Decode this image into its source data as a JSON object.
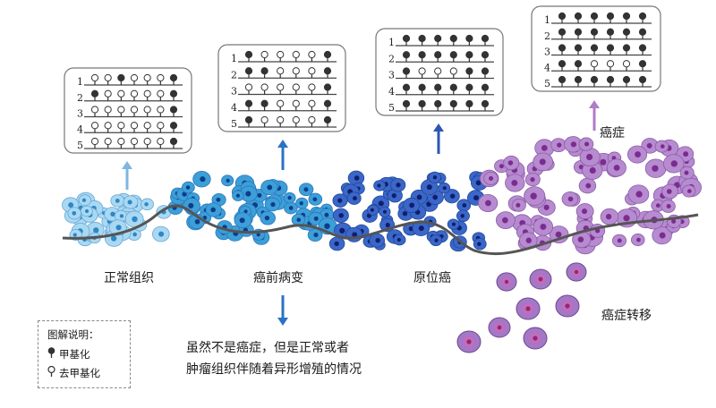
{
  "colors": {
    "normal": "#a9d9f2",
    "precancer": "#3d9fd8",
    "insitu": "#3a67c8",
    "cancer": "#b78bd0",
    "metastasis": "#a577c7",
    "methylated": "#333333",
    "tissue_line": "#555555"
  },
  "stages": [
    {
      "id": "normal",
      "label": "正常组织",
      "arrow_color": "#7fb6df",
      "rows": [
        [
          0,
          0,
          1,
          0,
          0,
          0,
          1
        ],
        [
          1,
          0,
          0,
          0,
          0,
          0,
          1
        ],
        [
          0,
          0,
          0,
          0,
          0,
          0,
          1
        ],
        [
          0,
          0,
          0,
          0,
          0,
          0,
          1
        ],
        [
          0,
          0,
          0,
          0,
          0,
          0,
          1
        ]
      ]
    },
    {
      "id": "precancer",
      "label": "癌前病变",
      "arrow_color": "#2a73c4",
      "rows": [
        [
          1,
          0,
          0,
          0,
          0,
          1
        ],
        [
          1,
          1,
          0,
          0,
          0,
          1
        ],
        [
          0,
          0,
          0,
          0,
          0,
          1
        ],
        [
          1,
          1,
          0,
          0,
          0,
          1
        ],
        [
          1,
          0,
          0,
          0,
          0,
          1
        ]
      ]
    },
    {
      "id": "insitu",
      "label": "原位癌",
      "arrow_color": "#2d56b4",
      "rows": [
        [
          1,
          1,
          1,
          1,
          1,
          1
        ],
        [
          1,
          1,
          1,
          1,
          1,
          1
        ],
        [
          1,
          0,
          0,
          0,
          1,
          1
        ],
        [
          1,
          1,
          1,
          1,
          1,
          1
        ],
        [
          1,
          1,
          1,
          1,
          1,
          1
        ]
      ]
    },
    {
      "id": "cancer",
      "label": "癌症",
      "arrow_color": "#b07cc7",
      "rows": [
        [
          1,
          1,
          1,
          1,
          1,
          1
        ],
        [
          1,
          1,
          1,
          1,
          1,
          1
        ],
        [
          1,
          1,
          1,
          1,
          1,
          1
        ],
        [
          1,
          1,
          0,
          0,
          0,
          1
        ],
        [
          1,
          1,
          1,
          1,
          1,
          1
        ]
      ]
    }
  ],
  "row_numbers": [
    "1",
    "2",
    "3",
    "4",
    "5"
  ],
  "metastasis_label": "癌症转移",
  "legend": {
    "title": "图解说明：",
    "methylated": "甲基化",
    "unmethylated": "去甲基化"
  },
  "precancer_note": {
    "line1": "虽然不是癌症，但是正常或者",
    "line2": "肿瘤组织伴随着异形增殖的情况"
  }
}
